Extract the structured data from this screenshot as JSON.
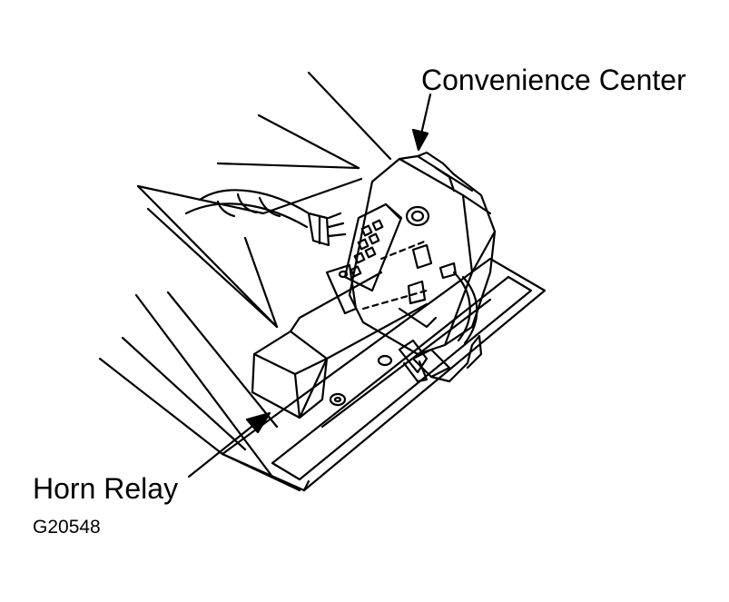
{
  "figure": {
    "labels": {
      "convenience_center": "Convenience Center",
      "horn_relay": "Horn Relay",
      "figure_id": "G20548"
    },
    "colors": {
      "ink": "#000000",
      "paper": "#ffffff"
    }
  }
}
